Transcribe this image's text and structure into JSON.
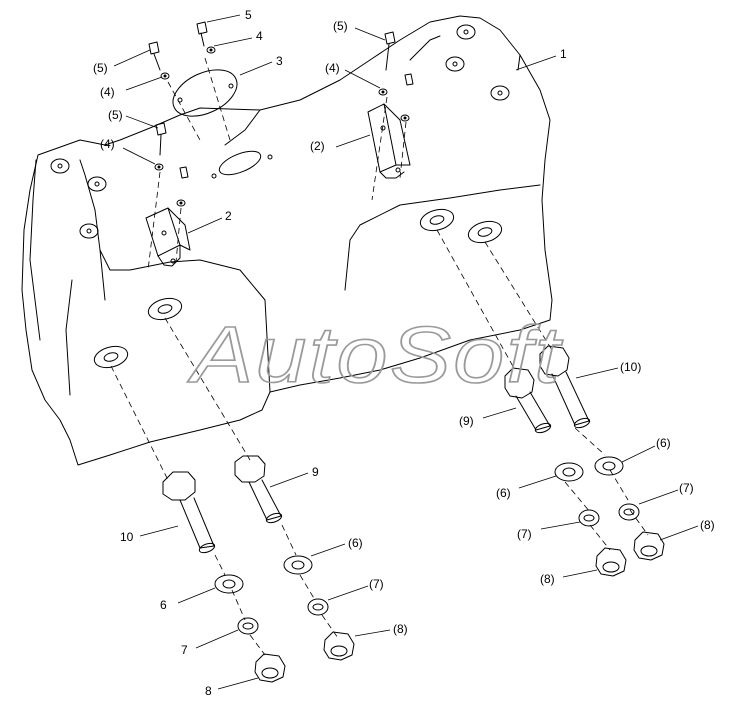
{
  "callouts": {
    "c1": "1",
    "c2a": "2",
    "c2b": "(2)",
    "c3": "3",
    "c4a": "4",
    "c4b": "(4)",
    "c4c": "(4)",
    "c4d": "(4)",
    "c5a": "5",
    "c5b": "(5)",
    "c5c": "(5)",
    "c5d": "(5)",
    "c6a": "6",
    "c6b": "(6)",
    "c6c": "(6)",
    "c6d": "(6)",
    "c7a": "7",
    "c7b": "(7)",
    "c7c": "(7)",
    "c7d": "(7)",
    "c8a": "8",
    "c8b": "(8)",
    "c8c": "(8)",
    "c8d": "(8)",
    "c9a": "9",
    "c9b": "(9)",
    "c10a": "10",
    "c10b": "(10)"
  },
  "watermark": "AutoSoft"
}
